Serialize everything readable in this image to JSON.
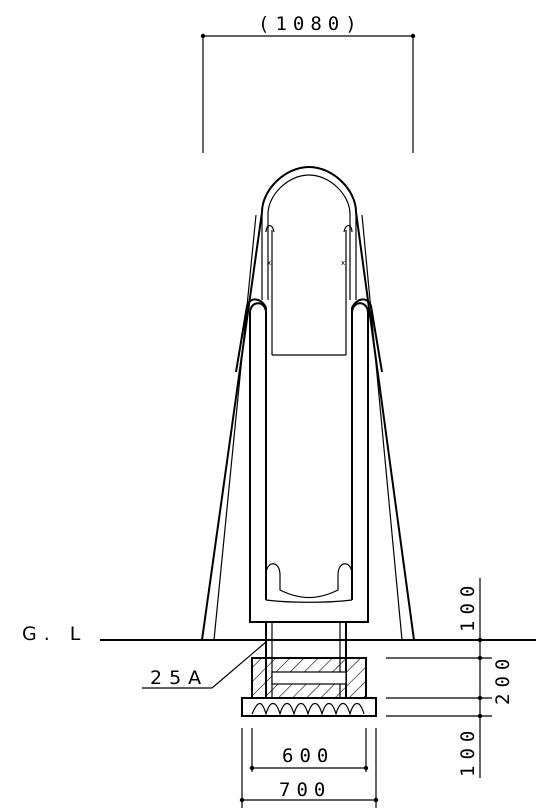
{
  "dimensions": {
    "top_width": "(1080)",
    "base_outer": "700",
    "base_inner": "600",
    "right_top": "100",
    "right_mid": "200",
    "right_bottom": "100"
  },
  "labels": {
    "ground_line": "G. L",
    "pipe_size": "25A"
  }
}
